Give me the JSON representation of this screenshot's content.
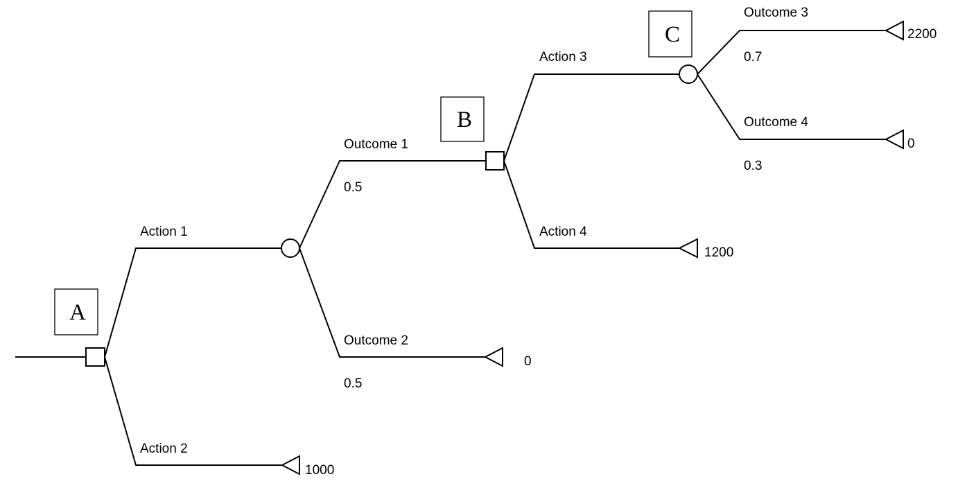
{
  "nodes": {
    "A": {
      "label": "A",
      "kind": "decision"
    },
    "B": {
      "label": "B",
      "kind": "decision"
    },
    "C": {
      "label": "C",
      "kind": "chance"
    },
    "chance_action1": {
      "kind": "chance"
    }
  },
  "branches": {
    "action1": {
      "label": "Action 1"
    },
    "action2": {
      "label": "Action 2",
      "payoff": "1000"
    },
    "outcome1": {
      "label": "Outcome 1",
      "prob": "0.5"
    },
    "outcome2": {
      "label": "Outcome 2",
      "prob": "0.5",
      "payoff": "0"
    },
    "action3": {
      "label": "Action 3"
    },
    "action4": {
      "label": "Action 4",
      "payoff": "1200"
    },
    "outcome3": {
      "label": "Outcome 3",
      "prob": "0.7",
      "payoff": "2200"
    },
    "outcome4": {
      "label": "Outcome 4",
      "prob": "0.3",
      "payoff": "0"
    }
  }
}
